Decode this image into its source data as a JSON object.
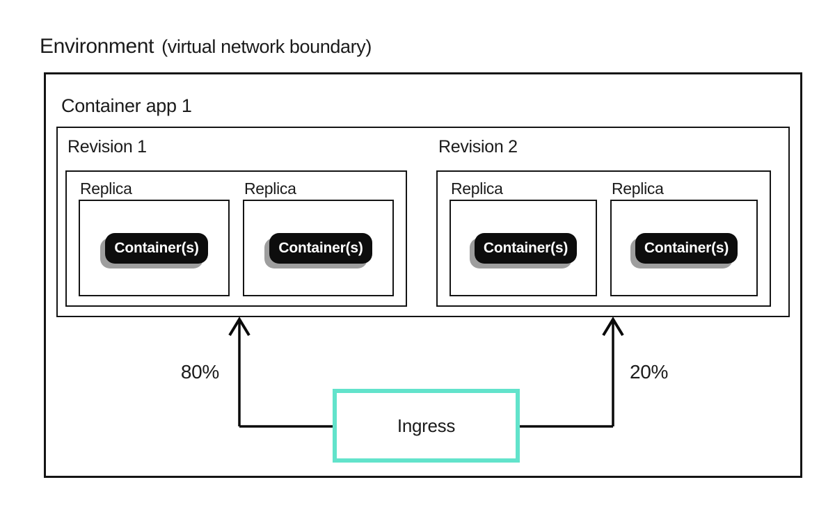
{
  "environment": {
    "title": "Environment",
    "subtitle": "(virtual network boundary)"
  },
  "container_app": {
    "label": "Container app 1",
    "revisions": [
      {
        "label": "Revision 1",
        "traffic_percent": "80%",
        "replicas": [
          {
            "label": "Replica",
            "container_label": "Container(s)"
          },
          {
            "label": "Replica",
            "container_label": "Container(s)"
          }
        ]
      },
      {
        "label": "Revision 2",
        "traffic_percent": "20%",
        "replicas": [
          {
            "label": "Replica",
            "container_label": "Container(s)"
          },
          {
            "label": "Replica",
            "container_label": "Container(s)"
          }
        ]
      }
    ]
  },
  "ingress": {
    "label": "Ingress"
  },
  "colors": {
    "ingress_border": "#62E3CB",
    "container_pill_bg": "#0d0d0d",
    "pill_shadow": "#9e9e9e",
    "outline": "#141414"
  }
}
